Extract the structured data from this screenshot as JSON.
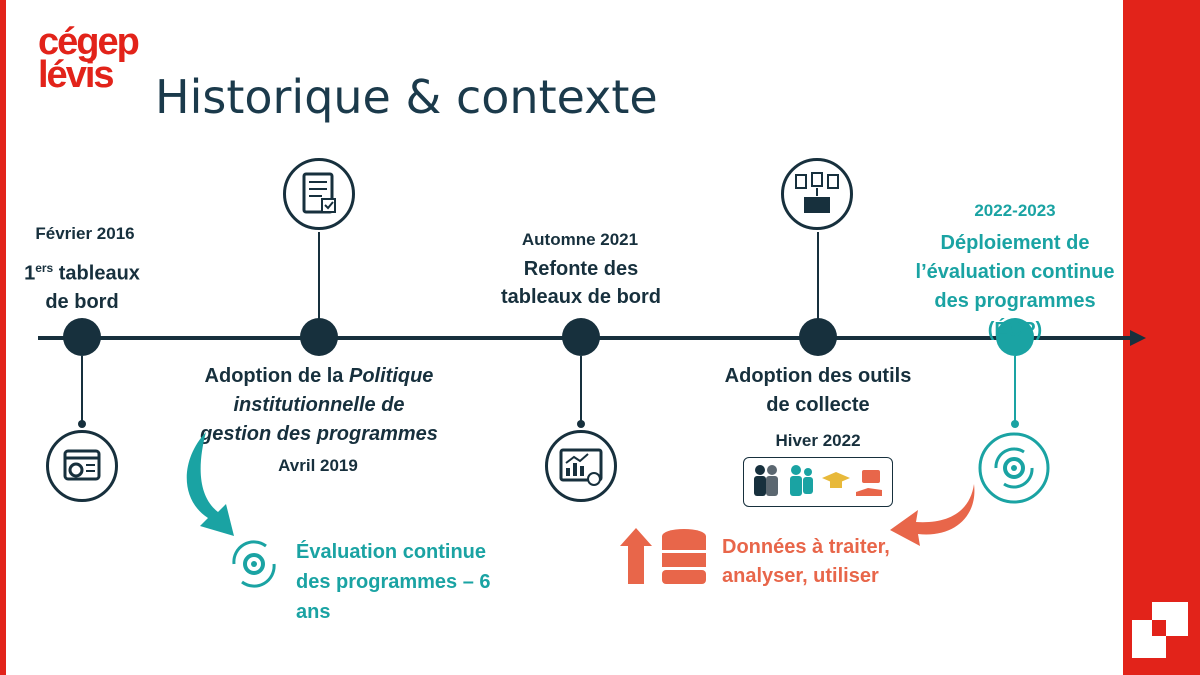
{
  "logo": {
    "line1": "cégep",
    "line2": "lévis"
  },
  "title": "Historique & contexte",
  "events": {
    "e1": {
      "date": "Février 2016",
      "label_sup": "ers",
      "label_a": "1",
      "label_b": " tableaux",
      "label_c": "de bord"
    },
    "e2": {
      "label_1": "Adoption de la ",
      "label_1i": "Politique",
      "label_2": "institutionnelle de",
      "label_3": "gestion des programmes",
      "date": "Avril 2019"
    },
    "e3": {
      "date": "Automne 2021",
      "label_1": "Refonte des",
      "label_2": "tableaux de bord"
    },
    "e4": {
      "label_1": "Adoption des outils",
      "label_2": "de collecte",
      "date": "Hiver 2022"
    },
    "e5": {
      "date": "2022-2023",
      "label_1": "Déploiement de",
      "label_2": "l’évaluation continue",
      "label_3": "des programmes",
      "label_4": "(ÉCP)"
    }
  },
  "callouts": {
    "evaluation": {
      "line1": "Évaluation continue",
      "line2": "des programmes – 6",
      "line3": "ans"
    },
    "data": {
      "line1": "Données à traiter,",
      "line2": "analyser, utiliser"
    }
  },
  "colors": {
    "red": "#e2231a",
    "navy": "#17303d",
    "teal": "#1aa3a3",
    "orange": "#e8664a"
  }
}
